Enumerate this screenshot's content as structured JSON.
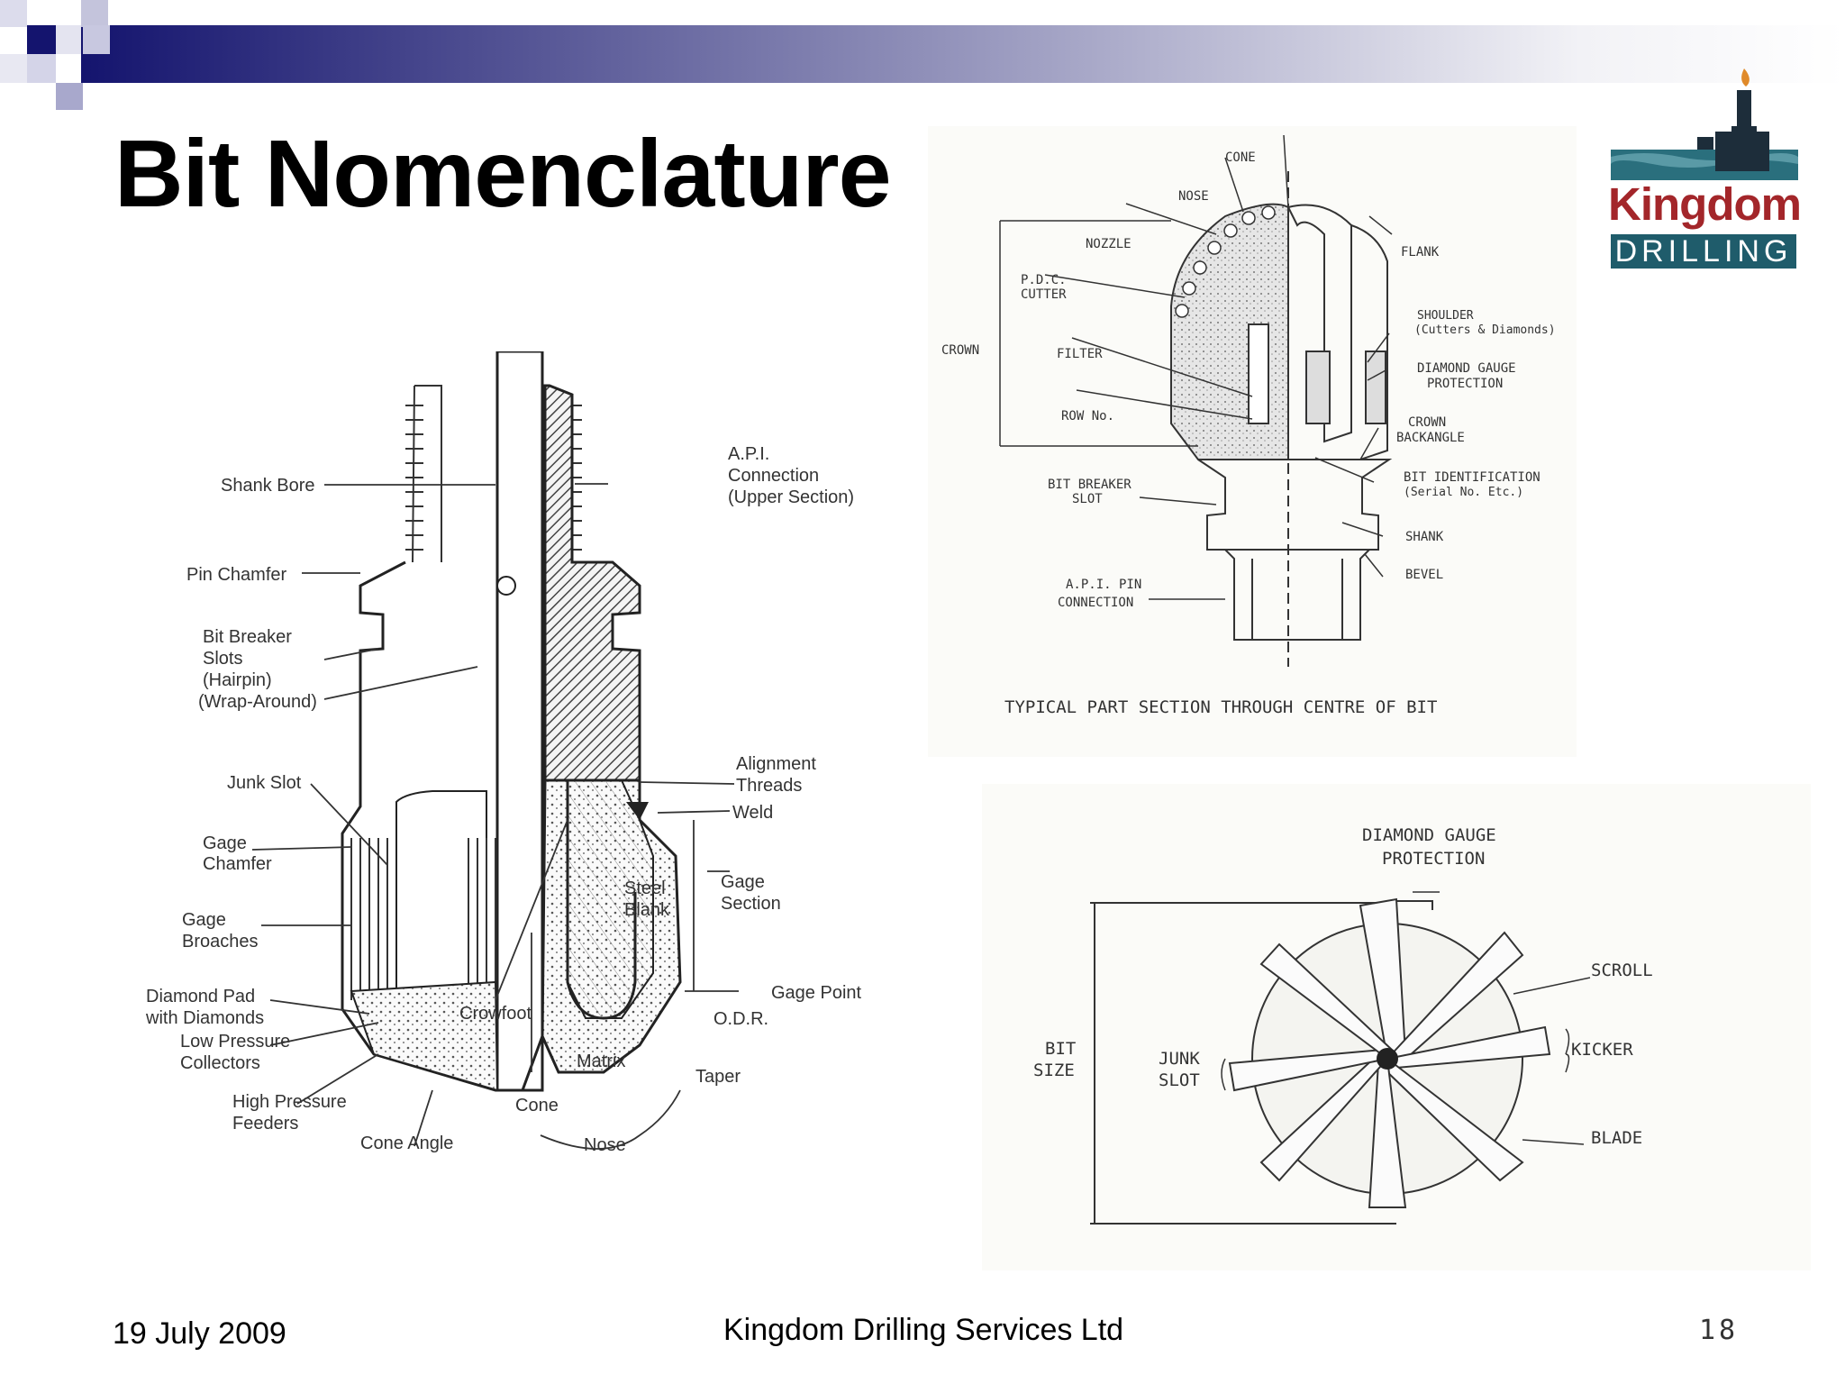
{
  "slide": {
    "title": "Bit Nomenclature",
    "logo": {
      "line1": "Kingdom",
      "line2": "DRILLING"
    },
    "colors": {
      "banner": "#1a1a7a",
      "logo_red": "#a3262a",
      "logo_teal": "#1f5c6b"
    },
    "footer": {
      "date": "19 July 2009",
      "company": "Kingdom Drilling Services Ltd",
      "page": "18"
    }
  },
  "left_diagram": {
    "labels": {
      "shank_bore": "Shank Bore",
      "pin_chamfer": "Pin Chamfer",
      "bit_breaker_1": "Bit Breaker",
      "bit_breaker_2": "Slots",
      "bit_breaker_3": "(Hairpin)",
      "bit_breaker_4": "(Wrap-Around)",
      "junk_slot": "Junk Slot",
      "gage_chamfer_1": "Gage",
      "gage_chamfer_2": "Chamfer",
      "gage_broaches_1": "Gage",
      "gage_broaches_2": "Broaches",
      "diamond_pad_1": "Diamond Pad",
      "diamond_pad_2": "with Diamonds",
      "low_pressure_1": "Low Pressure",
      "low_pressure_2": "Collectors",
      "high_pressure_1": "High Pressure",
      "high_pressure_2": "Feeders",
      "cone_angle": "Cone Angle",
      "api_1": "A.P.I.",
      "api_2": "Connection",
      "api_3": "(Upper Section)",
      "alignment_1": "Alignment",
      "alignment_2": "Threads",
      "weld": "Weld",
      "gage_section_1": "Gage",
      "gage_section_2": "Section",
      "gage_point": "Gage Point",
      "steel_blank_1": "Steel",
      "steel_blank_2": "Blank",
      "odr": "O.D.R.",
      "crowfoot": "Crowfoot",
      "matrix": "Matrix",
      "taper": "Taper",
      "cone": "Cone",
      "nose": "Nose"
    }
  },
  "top_diagram": {
    "labels": {
      "cone": "CONE",
      "nose": "NOSE",
      "nozzle": "NOZZLE",
      "pdc_1": "P.D.C.",
      "pdc_2": "CUTTER",
      "crown": "CROWN",
      "filter": "FILTER",
      "row_no": "ROW  No.",
      "breaker_1": "BIT  BREAKER",
      "breaker_2": "SLOT",
      "api_pin_1": "A.P.I.  PIN",
      "api_pin_2": "CONNECTION",
      "flank": "FLANK",
      "shoulder_1": "SHOULDER",
      "shoulder_2": "(Cutters & Diamonds)",
      "dgp_1": "DIAMOND  GAUGE",
      "dgp_2": "PROTECTION",
      "backangle_1": "CROWN",
      "backangle_2": "BACKANGLE",
      "bitid_1": "BIT  IDENTIFICATION",
      "bitid_2": "(Serial  No.  Etc.)",
      "shank": "SHANK",
      "bevel": "BEVEL",
      "caption": "TYPICAL  PART  SECTION  THROUGH  CENTRE  OF  BIT"
    }
  },
  "bottom_diagram": {
    "labels": {
      "dgp_1": "DIAMOND  GAUGE",
      "dgp_2": "PROTECTION",
      "scroll": "SCROLL",
      "kicker": "KICKER",
      "blade": "BLADE",
      "bit_size_1": "BIT",
      "bit_size_2": "SIZE",
      "junk_slot_1": "JUNK",
      "junk_slot_2": "SLOT"
    }
  }
}
